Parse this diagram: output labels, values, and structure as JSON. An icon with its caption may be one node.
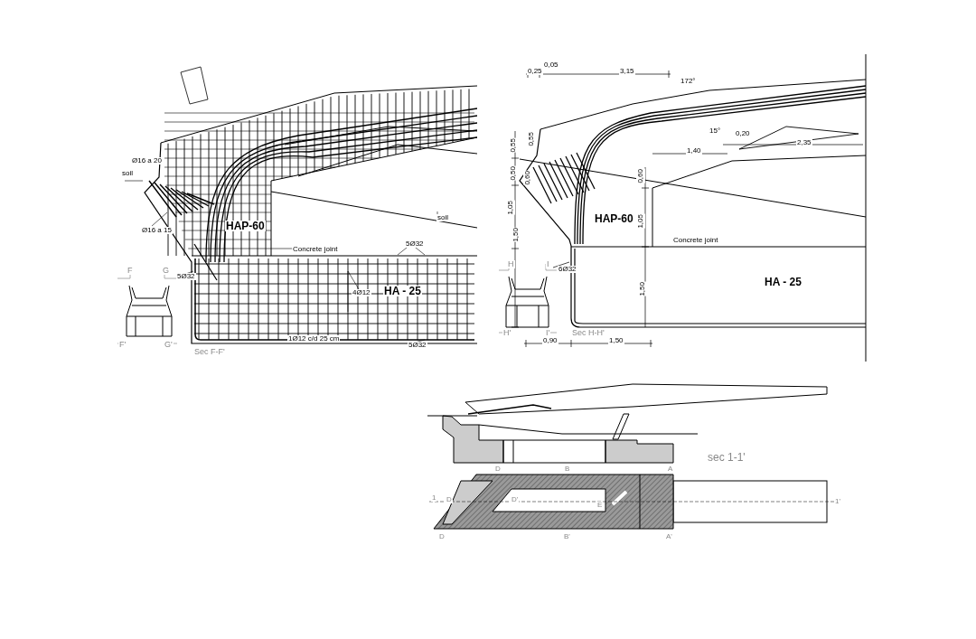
{
  "diagram": {
    "labels": [
      "Ø16 a 20",
      "soil",
      "Ø16 a 15",
      "HAP-60",
      "Concrete joint",
      "5Ø32",
      "5Ø32",
      "4Ø12",
      "HA - 25",
      "1Ø12 c/d 25 cm",
      "5Ø32",
      "F",
      "G",
      "F'",
      "G'",
      "Sec F-F'",
      "soil",
      "0,05",
      "0,25",
      "3,15",
      "172°",
      "0,55",
      "0,55",
      "0,50",
      "0,60",
      "1,05",
      "1,50",
      "15°",
      "0,20",
      "2,35",
      "1,40",
      "0,60",
      "HAP-60",
      "1,05",
      "Concrete joint",
      "6Ø32",
      "HA - 25",
      "1,50",
      "H",
      "I",
      "H'",
      "I'",
      "Sec H-H'",
      "0,90",
      "1,50",
      "sec 1-1'",
      "D",
      "B",
      "A",
      "1",
      "D",
      "D'",
      "E",
      "1'",
      "D",
      "B'",
      "A'"
    ]
  }
}
